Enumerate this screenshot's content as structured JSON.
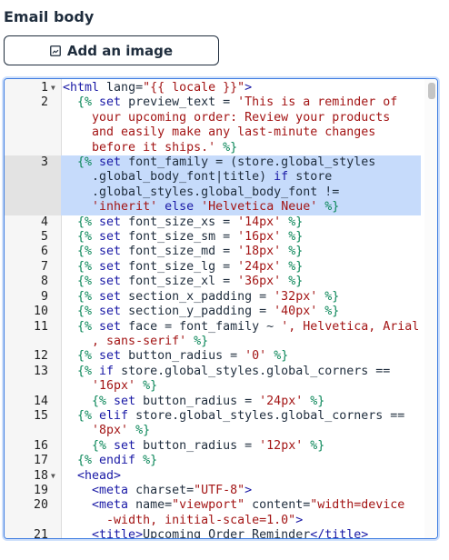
{
  "section_title": "Email body",
  "add_image_label": "Add an image",
  "icons": {
    "add_image": "image-icon",
    "fold": "fold-arrow-icon"
  },
  "colors": {
    "accent": "#3c7be0",
    "selection": "#c6dbfb",
    "text": "#1f2d3d"
  },
  "code_lines": [
    {
      "n": "1",
      "fold": true,
      "tokens": [
        [
          "t-tag",
          "<html "
        ],
        [
          "t-attr",
          "lang="
        ],
        [
          "t-str",
          "\"{{ locale }}\""
        ],
        [
          "t-tag",
          ">"
        ]
      ]
    },
    {
      "n": "2",
      "fold": false,
      "tokens": [
        [
          "t-plain",
          "  "
        ],
        [
          "t-delim",
          "{%"
        ],
        [
          "t-kw",
          " set "
        ],
        [
          "t-plain",
          "preview_text = "
        ],
        [
          "t-val",
          "'This is a reminder of\n    your upcoming order: Review your products\n    and easily make any last-minute changes\n    before it ships.'"
        ],
        [
          "t-delim",
          " %}"
        ]
      ]
    },
    {
      "n": "3",
      "fold": false,
      "active": true,
      "selected": true,
      "tokens": [
        [
          "t-plain",
          "  "
        ],
        [
          "t-delim",
          "{%"
        ],
        [
          "t-kw",
          " set "
        ],
        [
          "t-plain",
          "font_family = (store.global_styles\n    .global_body_font|title) "
        ],
        [
          "t-kw",
          "if "
        ],
        [
          "t-plain",
          "store\n    .global_styles.global_body_font != \n    "
        ],
        [
          "t-val",
          "'inherit'"
        ],
        [
          "t-kw",
          " else "
        ],
        [
          "t-val",
          "'Helvetica Neue'"
        ],
        [
          "t-delim",
          " %}"
        ]
      ]
    },
    {
      "n": "4",
      "fold": false,
      "tokens": [
        [
          "t-plain",
          "  "
        ],
        [
          "t-delim",
          "{%"
        ],
        [
          "t-kw",
          " set "
        ],
        [
          "t-plain",
          "font_size_xs = "
        ],
        [
          "t-val",
          "'14px'"
        ],
        [
          "t-delim",
          " %}"
        ]
      ]
    },
    {
      "n": "5",
      "fold": false,
      "tokens": [
        [
          "t-plain",
          "  "
        ],
        [
          "t-delim",
          "{%"
        ],
        [
          "t-kw",
          " set "
        ],
        [
          "t-plain",
          "font_size_sm = "
        ],
        [
          "t-val",
          "'16px'"
        ],
        [
          "t-delim",
          " %}"
        ]
      ]
    },
    {
      "n": "6",
      "fold": false,
      "tokens": [
        [
          "t-plain",
          "  "
        ],
        [
          "t-delim",
          "{%"
        ],
        [
          "t-kw",
          " set "
        ],
        [
          "t-plain",
          "font_size_md = "
        ],
        [
          "t-val",
          "'18px'"
        ],
        [
          "t-delim",
          " %}"
        ]
      ]
    },
    {
      "n": "7",
      "fold": false,
      "tokens": [
        [
          "t-plain",
          "  "
        ],
        [
          "t-delim",
          "{%"
        ],
        [
          "t-kw",
          " set "
        ],
        [
          "t-plain",
          "font_size_lg = "
        ],
        [
          "t-val",
          "'24px'"
        ],
        [
          "t-delim",
          " %}"
        ]
      ]
    },
    {
      "n": "8",
      "fold": false,
      "tokens": [
        [
          "t-plain",
          "  "
        ],
        [
          "t-delim",
          "{%"
        ],
        [
          "t-kw",
          " set "
        ],
        [
          "t-plain",
          "font_size_xl = "
        ],
        [
          "t-val",
          "'36px'"
        ],
        [
          "t-delim",
          " %}"
        ]
      ]
    },
    {
      "n": "9",
      "fold": false,
      "tokens": [
        [
          "t-plain",
          "  "
        ],
        [
          "t-delim",
          "{%"
        ],
        [
          "t-kw",
          " set "
        ],
        [
          "t-plain",
          "section_x_padding = "
        ],
        [
          "t-val",
          "'32px'"
        ],
        [
          "t-delim",
          " %}"
        ]
      ]
    },
    {
      "n": "10",
      "fold": false,
      "tokens": [
        [
          "t-plain",
          "  "
        ],
        [
          "t-delim",
          "{%"
        ],
        [
          "t-kw",
          " set "
        ],
        [
          "t-plain",
          "section_y_padding = "
        ],
        [
          "t-val",
          "'40px'"
        ],
        [
          "t-delim",
          " %}"
        ]
      ]
    },
    {
      "n": "11",
      "fold": false,
      "tokens": [
        [
          "t-plain",
          "  "
        ],
        [
          "t-delim",
          "{%"
        ],
        [
          "t-kw",
          " set "
        ],
        [
          "t-plain",
          "face = font_family ~ "
        ],
        [
          "t-val",
          "', Helvetica, Arial\n    , sans-serif'"
        ],
        [
          "t-delim",
          " %}"
        ]
      ]
    },
    {
      "n": "12",
      "fold": false,
      "tokens": [
        [
          "t-plain",
          "  "
        ],
        [
          "t-delim",
          "{%"
        ],
        [
          "t-kw",
          " set "
        ],
        [
          "t-plain",
          "button_radius = "
        ],
        [
          "t-val",
          "'0'"
        ],
        [
          "t-delim",
          " %}"
        ]
      ]
    },
    {
      "n": "13",
      "fold": false,
      "tokens": [
        [
          "t-plain",
          "  "
        ],
        [
          "t-delim",
          "{%"
        ],
        [
          "t-kw",
          " if "
        ],
        [
          "t-plain",
          "store.global_styles.global_corners ==\n    "
        ],
        [
          "t-val",
          "'16px'"
        ],
        [
          "t-delim",
          " %}"
        ]
      ]
    },
    {
      "n": "14",
      "fold": false,
      "tokens": [
        [
          "t-plain",
          "    "
        ],
        [
          "t-delim",
          "{%"
        ],
        [
          "t-kw",
          " set "
        ],
        [
          "t-plain",
          "button_radius = "
        ],
        [
          "t-val",
          "'24px'"
        ],
        [
          "t-delim",
          " %}"
        ]
      ]
    },
    {
      "n": "15",
      "fold": false,
      "tokens": [
        [
          "t-plain",
          "  "
        ],
        [
          "t-delim",
          "{%"
        ],
        [
          "t-kw",
          " elif "
        ],
        [
          "t-plain",
          "store.global_styles.global_corners ==\n    "
        ],
        [
          "t-val",
          "'8px'"
        ],
        [
          "t-delim",
          " %}"
        ]
      ]
    },
    {
      "n": "16",
      "fold": false,
      "tokens": [
        [
          "t-plain",
          "    "
        ],
        [
          "t-delim",
          "{%"
        ],
        [
          "t-kw",
          " set "
        ],
        [
          "t-plain",
          "button_radius = "
        ],
        [
          "t-val",
          "'12px'"
        ],
        [
          "t-delim",
          " %}"
        ]
      ]
    },
    {
      "n": "17",
      "fold": false,
      "tokens": [
        [
          "t-plain",
          "  "
        ],
        [
          "t-delim",
          "{%"
        ],
        [
          "t-kw",
          " endif "
        ],
        [
          "t-delim",
          "%}"
        ]
      ]
    },
    {
      "n": "18",
      "fold": true,
      "tokens": [
        [
          "t-plain",
          "  "
        ],
        [
          "t-tag",
          "<head>"
        ]
      ]
    },
    {
      "n": "19",
      "fold": false,
      "tokens": [
        [
          "t-plain",
          "    "
        ],
        [
          "t-tag",
          "<meta "
        ],
        [
          "t-attr",
          "charset="
        ],
        [
          "t-str",
          "\"UTF-8\""
        ],
        [
          "t-tag",
          ">"
        ]
      ]
    },
    {
      "n": "20",
      "fold": false,
      "tokens": [
        [
          "t-plain",
          "    "
        ],
        [
          "t-tag",
          "<meta "
        ],
        [
          "t-attr",
          "name="
        ],
        [
          "t-str",
          "\"viewport\""
        ],
        [
          "t-attr",
          " content="
        ],
        [
          "t-str",
          "\"width=device\n      -width, initial-scale=1.0\""
        ],
        [
          "t-tag",
          ">"
        ]
      ]
    },
    {
      "n": "21",
      "fold": false,
      "tokens": [
        [
          "t-plain",
          "    "
        ],
        [
          "t-tag",
          "<title>"
        ],
        [
          "t-plain",
          "Upcoming Order Reminder"
        ],
        [
          "t-tag",
          "</title>"
        ]
      ]
    }
  ]
}
